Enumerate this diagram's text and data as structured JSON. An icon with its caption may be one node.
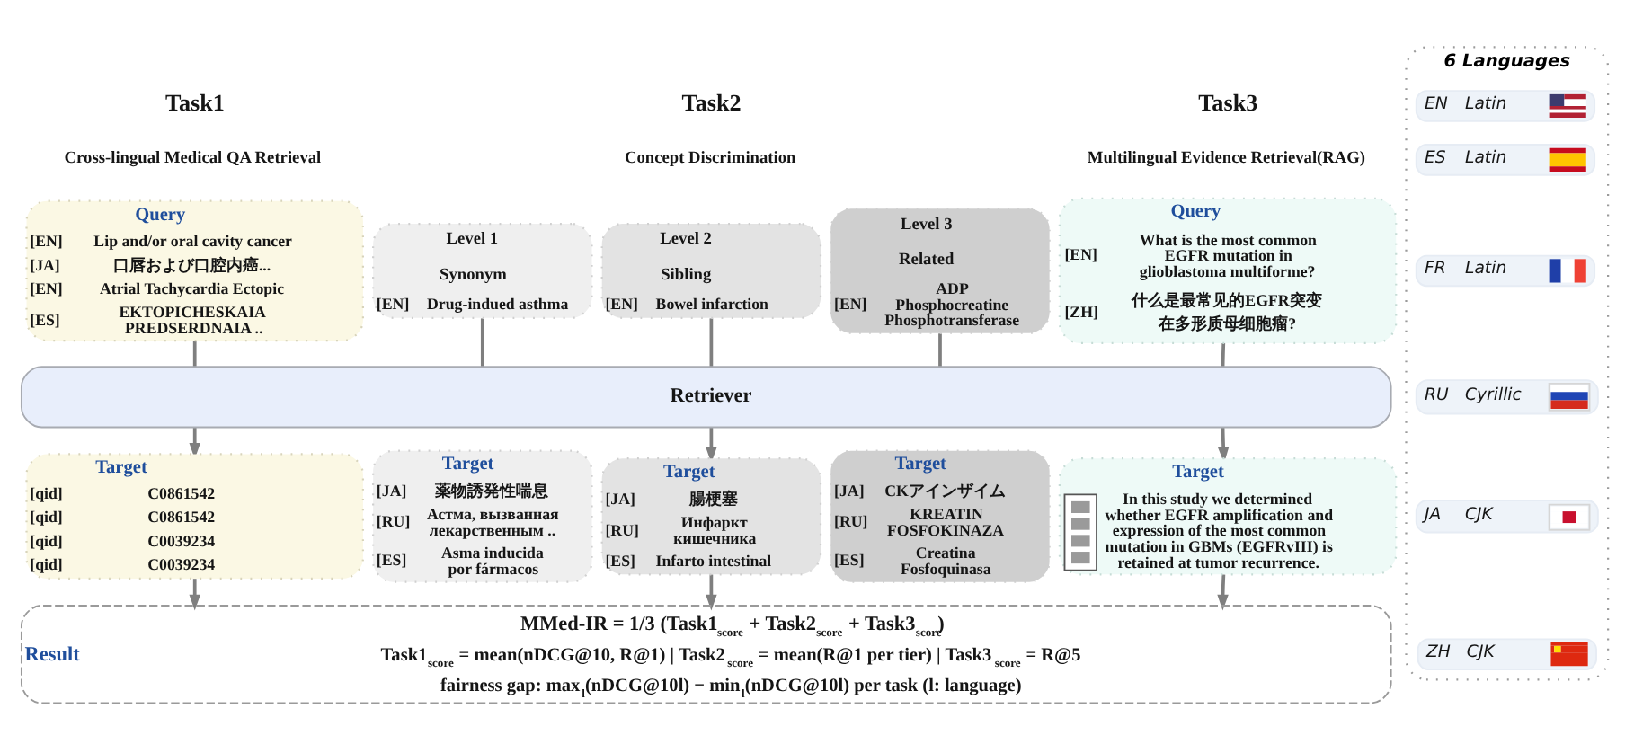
{
  "diagram": {
    "nodes": [
      {
        "text": [
          "Query",
          "[EN]",
          "Lip and/or oral cavity cancer",
          "[JA]",
          "口唇および口腔内癌...",
          "[EN]",
          "Atrial Tachycardia Ectopic",
          "[ES]",
          "EKTOPICHESKAIA PREDSERDNAIA .."
        ]
      },
      {
        "text": [
          "Level 1",
          "Synonym",
          "[EN]",
          "Drug-indued asthma"
        ]
      },
      {
        "text": [
          "Level 2",
          "Sibling",
          "[EN]",
          "Bowel infarction"
        ]
      },
      {
        "text": [
          "Level 3",
          "Related",
          "[EN]",
          "ADP Phosphocreatine Phosphotransferase"
        ]
      },
      {
        "text": [
          "Query",
          "[EN]",
          "What is the most common EGFR mutation in glioblastoma multiforme?",
          "[ZH]",
          "什么是最常见的EGFR突变在多形质母细胞瘤?"
        ]
      },
      {
        "text": [
          "6 Languages"
        ]
      },
      {
        "text": [
          "EN",
          "Latin"
        ],
        "in": 5
      },
      {
        "text": [
          "ES",
          "Latin"
        ],
        "in": 5
      },
      {
        "text": [
          "FR",
          "Latin"
        ],
        "in": 5
      },
      {
        "text": [
          "RU",
          "Cyrillic"
        ],
        "in": 5
      },
      {
        "text": [
          "JA",
          "CJK"
        ],
        "in": 5
      },
      {
        "text": [
          "ZH",
          "CJK"
        ],
        "in": 5
      },
      {
        "text": [
          "Retriever"
        ]
      },
      {
        "text": [
          "Target",
          "[qid]",
          "C0861542",
          "[qid]",
          "C0861542",
          "[qid]",
          "C0039234",
          "[qid]",
          "C0039234"
        ]
      },
      {
        "text": [
          "Target",
          "[JA]",
          "薬物誘発性喘息",
          "[RU]",
          "Астма, вызванная лекарственным ..",
          "[ES]",
          "Asma inducida por fármacos"
        ]
      },
      {
        "text": [
          "Target",
          "[JA]",
          "腸梗塞",
          "[RU]",
          "Инфаркт кишечника",
          "[ES]",
          "Infarto intestinal"
        ]
      },
      {
        "text": [
          "Target",
          "[JA]",
          "CKアインザイム",
          "[RU]",
          "KREATIN FOSFOKINAZA",
          "[ES]",
          "Creatina Fosfoquinasa"
        ]
      },
      {
        "text": [
          "Target",
          "In this study we determined whether EGFR amplification and expression of the most common mutation in GBMs (EGFRvIII) is retained at tumor recurrence."
        ]
      },
      {
        "text": [
          "Result",
          "MMed-IR = 1/3 (Task1$_{score}$ + Task2$_{score}$ + Task3$_{score}$)",
          "Task1$_{score}$ = mean(nDCG@10, R@1) | Task2$_{score}$ = mean(R@1 per tier) | Task3$_{score}$ = R@5",
          "fairness gap: max$_{l}$(nDCG@10l) − min$_{l}$(nDCG@10l) per task (l: language)"
        ]
      }
    ],
    "edges": [
      {
        "from": 0,
        "to": 12,
        "arrow": "none"
      },
      {
        "from": 1,
        "to": 12,
        "arrow": "none"
      },
      {
        "from": 2,
        "to": 12,
        "arrow": "none"
      },
      {
        "from": 3,
        "to": 12,
        "arrow": "none"
      },
      {
        "from": 4,
        "to": 12,
        "arrow": "none"
      },
      {
        "from": 12,
        "to": 13,
        "arrow": "to"
      },
      {
        "from": 12,
        "to": 15,
        "arrow": "to"
      },
      {
        "from": 12,
        "to": 17,
        "arrow": "to"
      },
      {
        "from": 13,
        "to": 18,
        "arrow": "to"
      },
      {
        "from": 15,
        "to": 18,
        "arrow": "to"
      },
      {
        "from": 17,
        "to": 18,
        "arrow": "to"
      }
    ],
    "labels": [
      "Task1",
      "Cross-lingual Medical QA Retrieval",
      "Task2",
      "Concept Discrimination",
      "Task3",
      "Multilingual Evidence Retrieval(RAG)"
    ]
  }
}
